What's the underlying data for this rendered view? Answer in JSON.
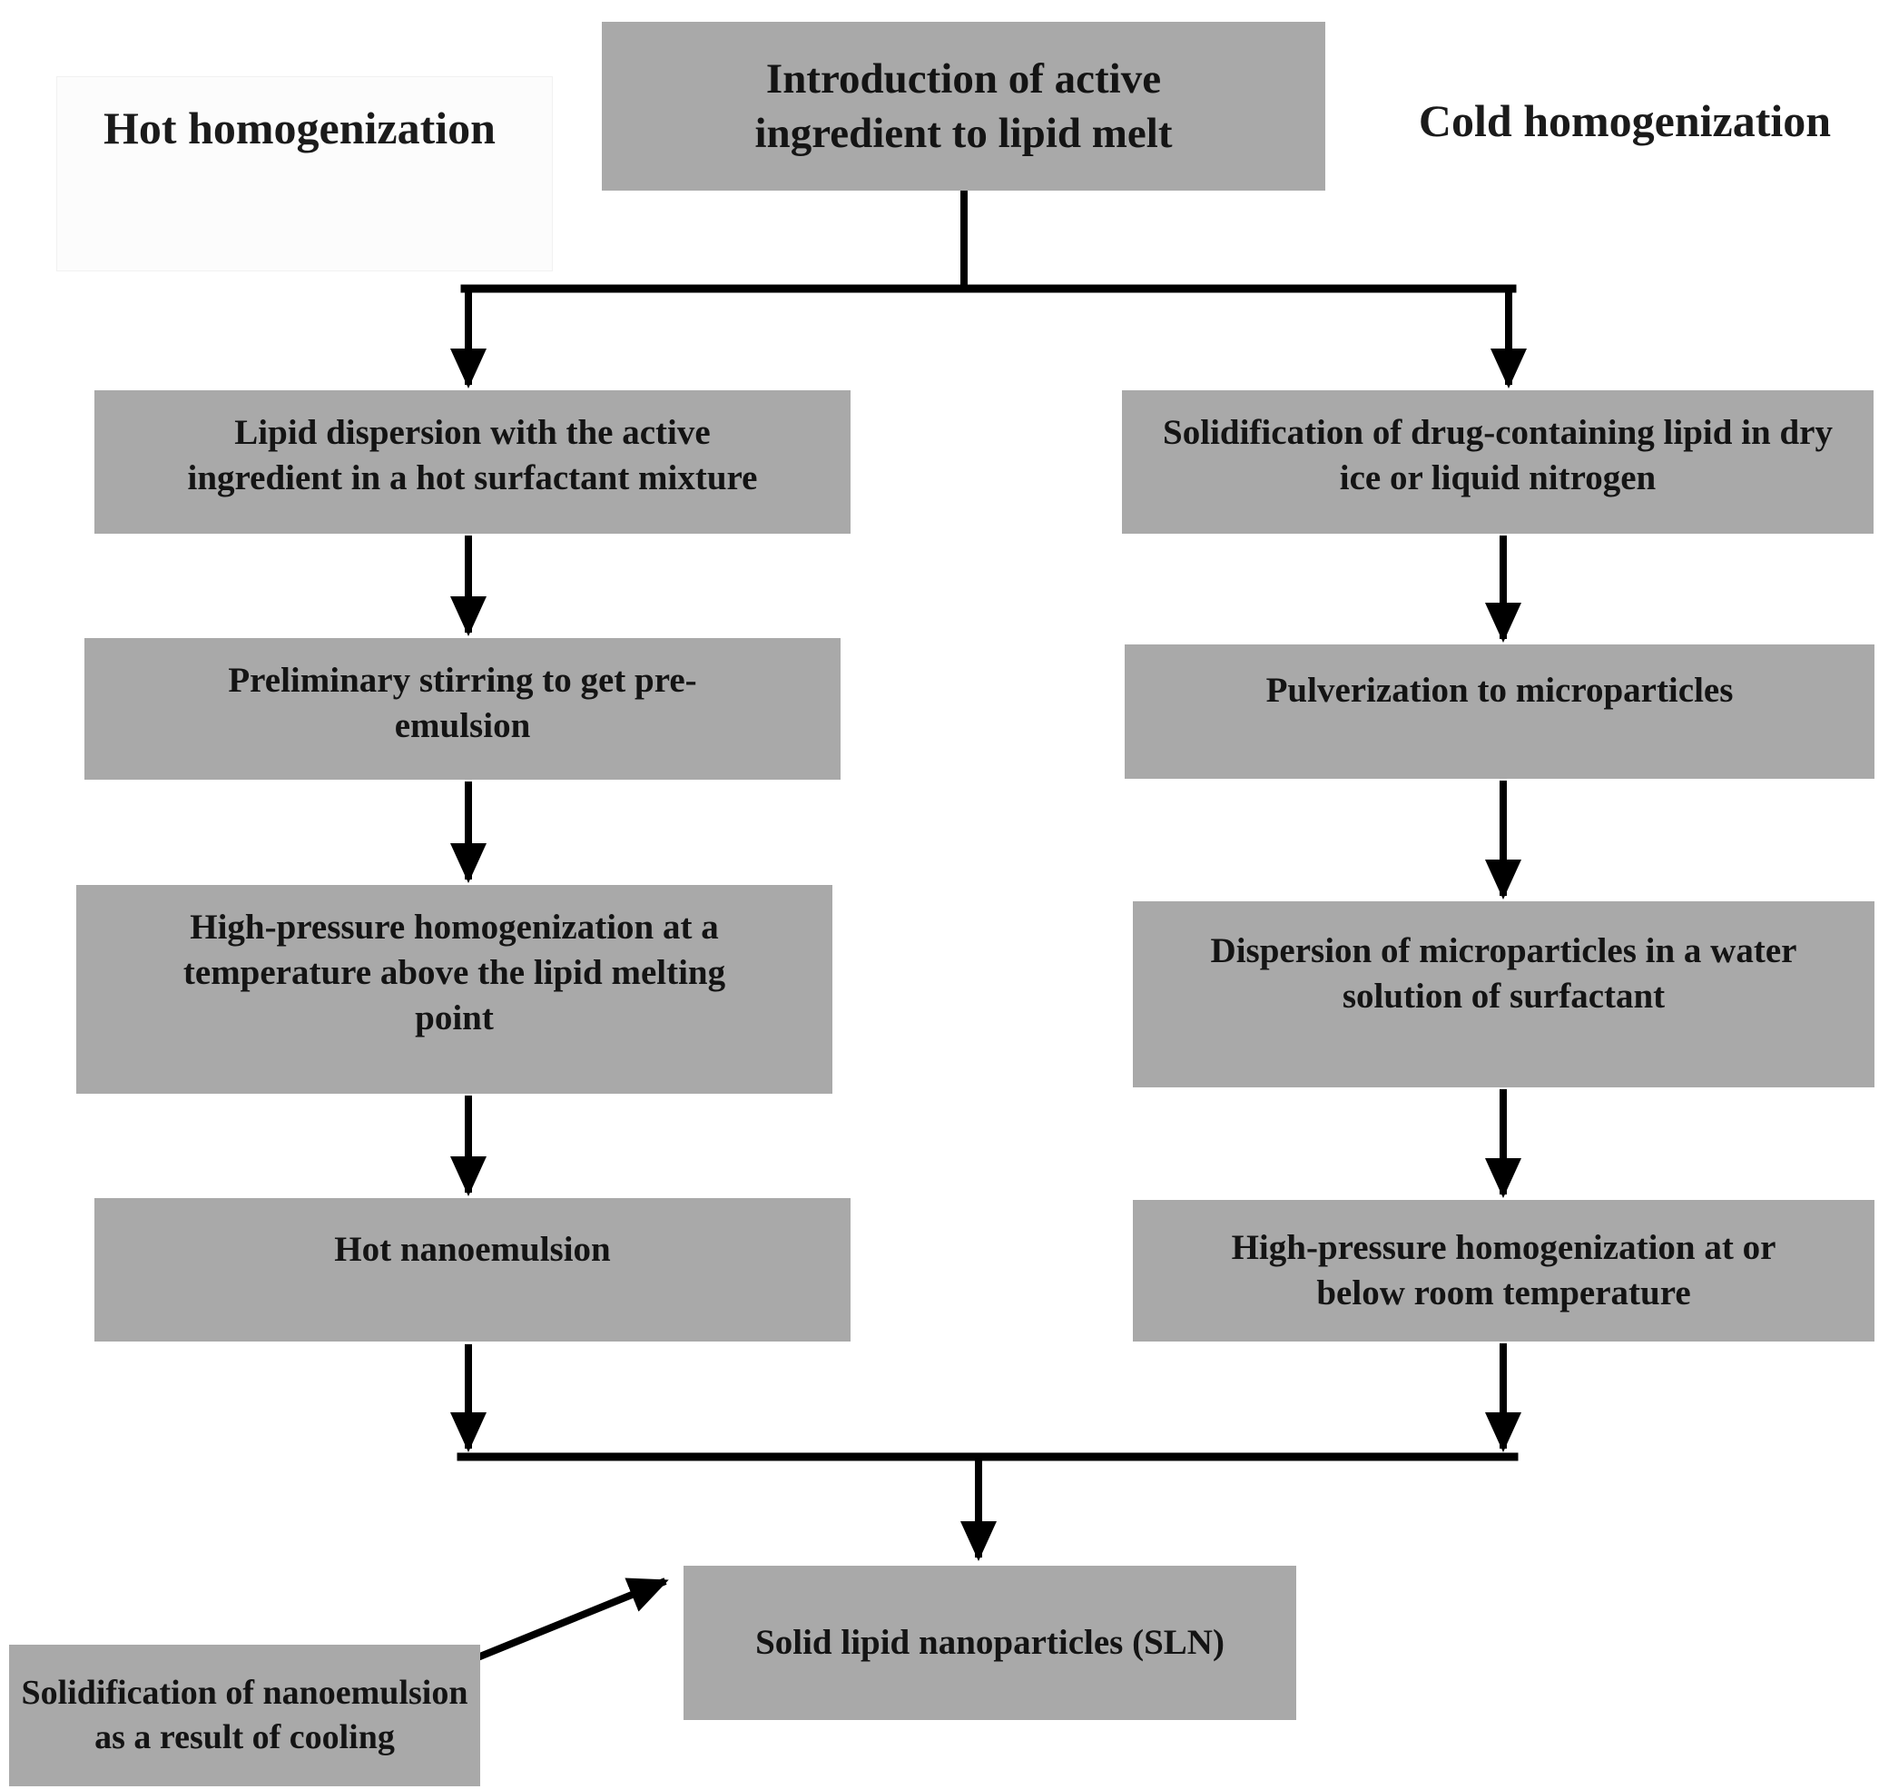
{
  "headers": {
    "left": "Hot homogenization",
    "right": "Cold homogenization"
  },
  "nodes": {
    "intro": "Introduction of active ingredient to lipid melt",
    "hot1": "Lipid dispersion with the active ingredient in a hot surfactant mixture",
    "hot2": "Preliminary stirring to get pre-emulsion",
    "hot3": "High-pressure homogenization at a temperature above the lipid melting point",
    "hot4": "Hot nanoemulsion",
    "cold1": "Solidification of drug-containing lipid in dry ice or liquid nitrogen",
    "cold2": "Pulverization to microparticles",
    "cold3": "Dispersion of microparticles in a water solution of surfactant",
    "cold4": "High-pressure homogenization at or below room temperature",
    "sln": "Solid lipid nanoparticles (SLN)",
    "cooling": "Solidification of nanoemulsion as a result of cooling"
  },
  "colors": {
    "box_fill": "#a9a9a9",
    "text": "#141414",
    "line": "#000000",
    "background": "#ffffff"
  }
}
